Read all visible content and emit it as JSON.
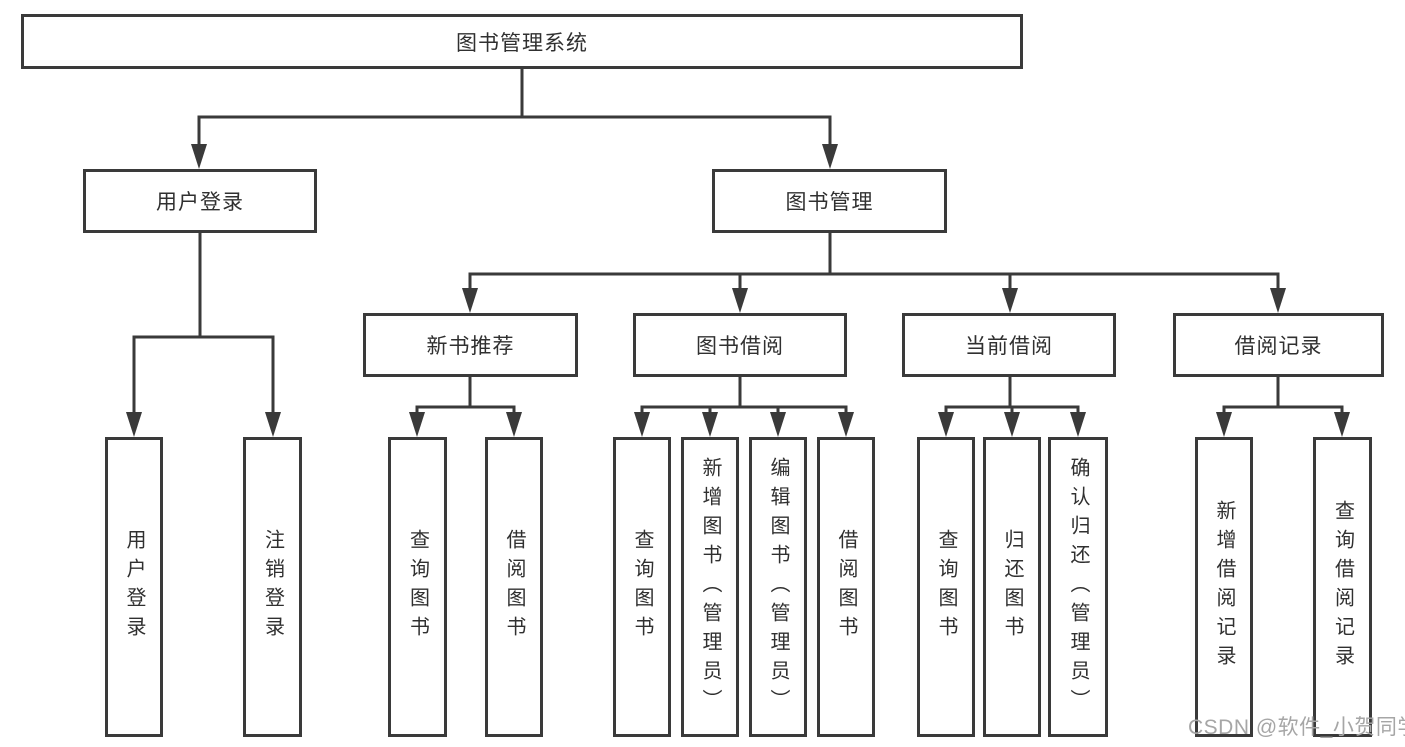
{
  "tree": {
    "root": {
      "label": "图书管理系统",
      "children": [
        {
          "label": "用户登录",
          "children": [
            {
              "label": "用户登录"
            },
            {
              "label": "注销登录"
            }
          ]
        },
        {
          "label": "图书管理",
          "children": [
            {
              "label": "新书推荐",
              "children": [
                {
                  "label": "查询图书"
                },
                {
                  "label": "借阅图书"
                }
              ]
            },
            {
              "label": "图书借阅",
              "children": [
                {
                  "label": "查询图书"
                },
                {
                  "label": "新增图书（管理员）"
                },
                {
                  "label": "编辑图书（管理员）"
                },
                {
                  "label": "借阅图书"
                }
              ]
            },
            {
              "label": "当前借阅",
              "children": [
                {
                  "label": "查询图书"
                },
                {
                  "label": "归还图书"
                },
                {
                  "label": "确认归还（管理员）"
                }
              ]
            },
            {
              "label": "借阅记录",
              "children": [
                {
                  "label": "新增借阅记录"
                },
                {
                  "label": "查询借阅记录"
                }
              ]
            }
          ]
        }
      ]
    }
  },
  "watermark": "CSDN @软件_小贺同学",
  "colors": {
    "line": "#3a3a3a",
    "text": "#303030",
    "watermark": "#a6a6a6",
    "background": "#ffffff"
  }
}
